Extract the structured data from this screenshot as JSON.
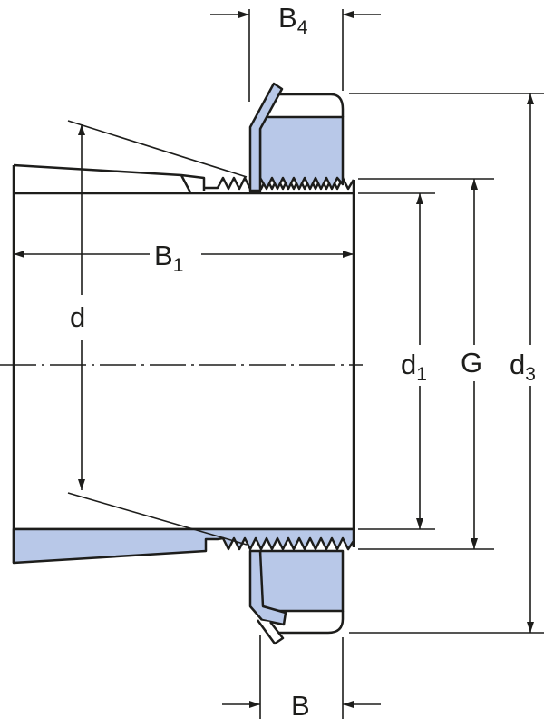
{
  "title": "Adapter sleeve with lock nut and lock washer - dimension drawing",
  "colors": {
    "fill": "#b8c8e8",
    "line": "#1d1d1b"
  },
  "labels": {
    "B4": {
      "main": "B",
      "sub": "4"
    },
    "B1": {
      "main": "B",
      "sub": "1"
    },
    "d": {
      "main": "d",
      "sub": ""
    },
    "d1": {
      "main": "d",
      "sub": "1"
    },
    "G": {
      "main": "G",
      "sub": ""
    },
    "d3": {
      "main": "d",
      "sub": "3"
    },
    "B": {
      "main": "B",
      "sub": ""
    }
  }
}
